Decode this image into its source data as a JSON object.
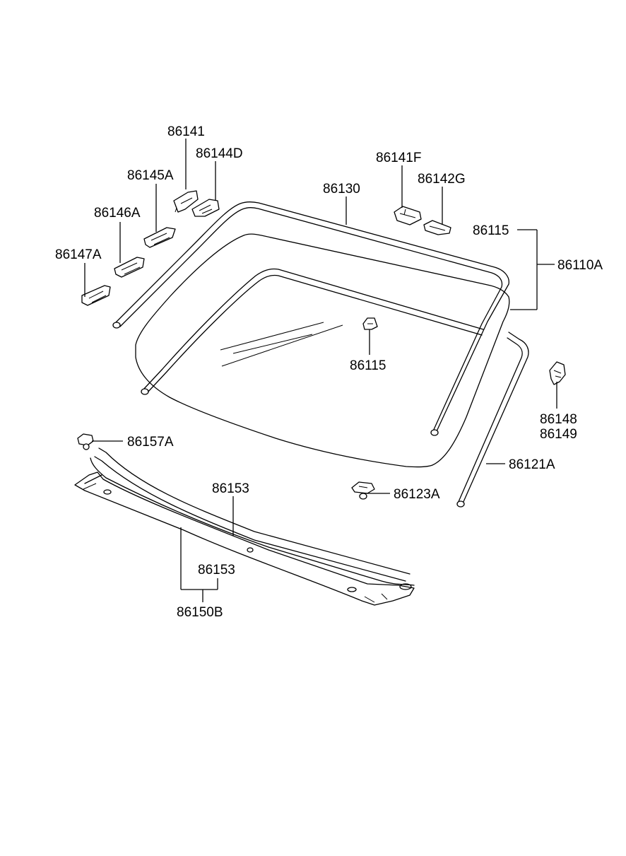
{
  "labels": {
    "p86141": "86141",
    "p86144D": "86144D",
    "p86145A": "86145A",
    "p86146A": "86146A",
    "p86147A": "86147A",
    "p86130": "86130",
    "p86141F": "86141F",
    "p86142G": "86142G",
    "p86115_top": "86115",
    "p86110A": "86110A",
    "p86115_center": "86115",
    "p86148": "86148",
    "p86149": "86149",
    "p86157A": "86157A",
    "p86121A": "86121A",
    "p86153_top": "86153",
    "p86123A": "86123A",
    "p86153_bottom": "86153",
    "p86150B": "86150B"
  }
}
